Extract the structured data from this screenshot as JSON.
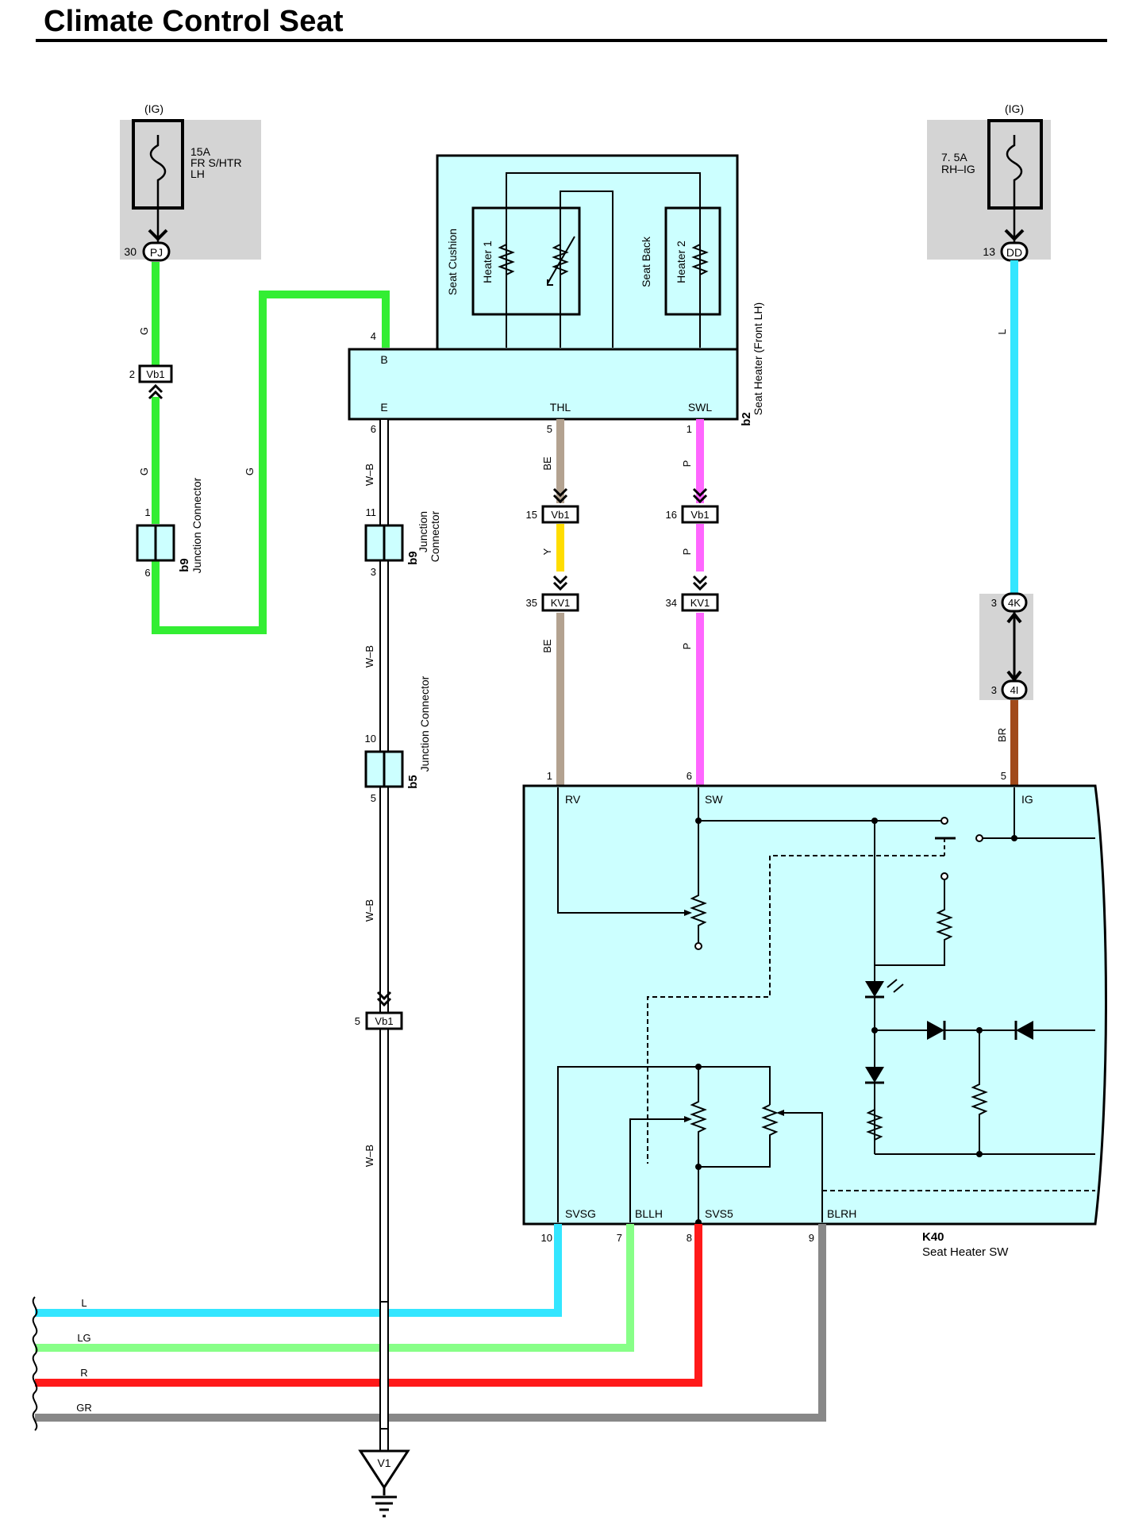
{
  "title": "Climate Control Seat",
  "colors": {
    "component_fill": "#ccffff",
    "fuse_box_fill": "#d4d4d4",
    "wire_G": "#33ee33",
    "wire_L": "#33e6ff",
    "wire_BE": "#b3a290",
    "wire_P": "#ff66ff",
    "wire_Y": "#ffdd00",
    "wire_BR": "#a14a1a",
    "wire_LG": "#88ff88",
    "wire_R": "#ff1a1a",
    "wire_GR": "#888888",
    "wire_WB": "#ffffff"
  },
  "fuse_left": {
    "supply": "(IG)",
    "line1": "15A",
    "line2": "FR S/HTR",
    "line3": "LH",
    "pin": "30",
    "connector": "PJ"
  },
  "fuse_right": {
    "supply": "(IG)",
    "line1": "7. 5A",
    "line2": "RH–IG",
    "pin": "13",
    "connector": "DD"
  },
  "seat_heater": {
    "code": "b2",
    "name": "Seat Heater (Front LH)",
    "cushion_label": "Seat Cushion",
    "back_label": "Seat Back",
    "heater1": "Heater 1",
    "heater2": "Heater 2",
    "term_b": "B",
    "term_e": "E",
    "term_thl": "THL",
    "term_swl": "SWL",
    "pin_b": "4",
    "pin_e": "6",
    "pin_thl": "5",
    "pin_swl": "1"
  },
  "junction_b9_left": {
    "code": "b9",
    "name": "Junction Connector",
    "pin_top": "1",
    "pin_bottom": "6"
  },
  "junction_b9_mid": {
    "code": "b9",
    "name1": "Junction",
    "name2": "Connector",
    "pin_top": "11",
    "pin_bottom": "3"
  },
  "junction_b5": {
    "code": "b5",
    "name": "Junction Connector",
    "pin_top": "10",
    "pin_bottom": "5"
  },
  "wire_labels": {
    "g1": "G",
    "g2": "G",
    "g3": "G",
    "wb1": "W–B",
    "wb2": "W–B",
    "wb3": "W–B",
    "wb4": "W–B",
    "be1": "BE",
    "y": "Y",
    "be2": "BE",
    "p1": "P",
    "p2": "P",
    "p3": "P",
    "l": "L",
    "br": "BR"
  },
  "connectors": {
    "vb1_a": {
      "pin": "2",
      "label": "Vb1"
    },
    "vb1_b": {
      "pin": "15",
      "label": "Vb1"
    },
    "vb1_c": {
      "pin": "16",
      "label": "Vb1"
    },
    "kv1_a": {
      "pin": "35",
      "label": "KV1"
    },
    "kv1_b": {
      "pin": "34",
      "label": "KV1"
    },
    "vb1_d": {
      "pin": "5",
      "label": "Vb1"
    },
    "c4k": {
      "pin": "3",
      "label": "4K"
    },
    "c4i": {
      "pin": "3",
      "label": "4I"
    }
  },
  "switch_k40": {
    "code": "K40",
    "name": "Seat Heater SW",
    "term_rv": "RV",
    "pin_rv": "1",
    "term_sw": "SW",
    "pin_sw": "6",
    "term_ig": "IG",
    "pin_ig": "5",
    "term_svsg": "SVSG",
    "pin_svsg": "10",
    "term_bllh": "BLLH",
    "pin_bllh": "7",
    "term_svs5": "SVS5",
    "pin_svs5": "8",
    "term_blrh": "BLRH",
    "pin_blrh": "9"
  },
  "bus_labels": {
    "l": "L",
    "lg": "LG",
    "r": "R",
    "gr": "GR"
  },
  "ground": {
    "label": "V1"
  }
}
